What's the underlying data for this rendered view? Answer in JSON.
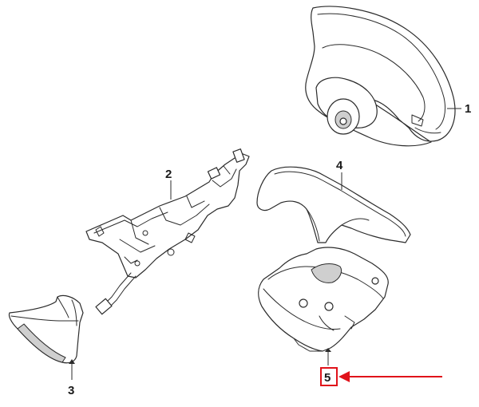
{
  "callouts": [
    {
      "id": "1",
      "label": "1"
    },
    {
      "id": "2",
      "label": "2"
    },
    {
      "id": "3",
      "label": "3"
    },
    {
      "id": "4",
      "label": "4"
    },
    {
      "id": "5",
      "label": "5"
    }
  ],
  "highlight": {
    "target": "5",
    "color": "#e0121a"
  },
  "colors": {
    "line": "#2b2b2b",
    "accent": "#e0121a",
    "background": "#ffffff"
  }
}
